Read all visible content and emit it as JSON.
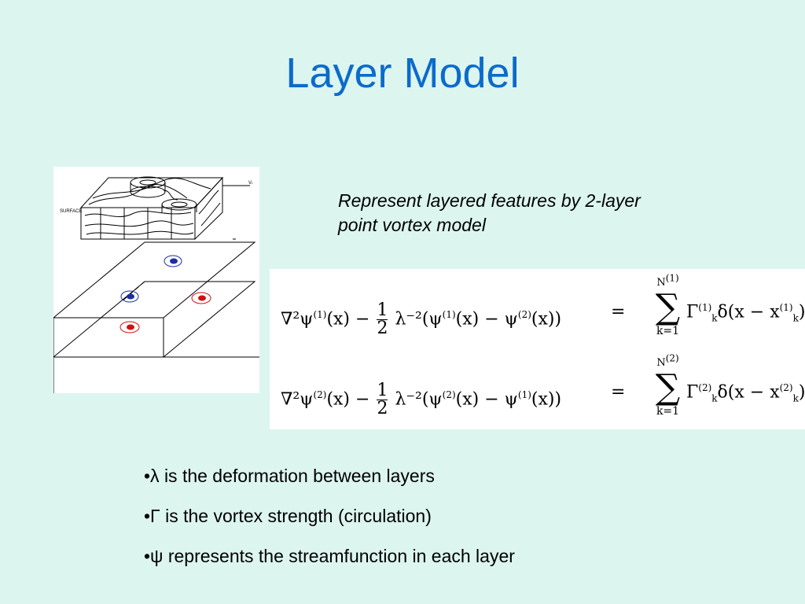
{
  "slide": {
    "title": "Layer Model",
    "caption": "Represent layered features by 2-layer point vortex model",
    "figure_labels": {
      "surface": "SURFACE",
      "v_label": "Vₜ"
    },
    "equations": [
      {
        "lhs_start": "∇²ψ",
        "sup1": "(1)",
        "mid": "(x) −",
        "num": "1",
        "den": "2",
        "lambda": "λ⁻²(ψ",
        "sup_a": "(1)",
        "part2": "(x) − ψ",
        "sup_b": "(2)",
        "end": "(x))",
        "equals": "=",
        "sum_upper": "N",
        "sum_upper_sup": "(1)",
        "sum_lower": "k=1",
        "term_start": "Γ",
        "term_sup": "(1)",
        "term_sub": "k",
        "term_mid": "δ(x − x",
        "term_sup2": "(1)",
        "term_sub2": "k",
        "term_end": ")"
      },
      {
        "lhs_start": "∇²ψ",
        "sup1": "(2)",
        "mid": "(x) −",
        "num": "1",
        "den": "2",
        "lambda": "λ⁻²(ψ",
        "sup_a": "(2)",
        "part2": "(x) − ψ",
        "sup_b": "(1)",
        "end": "(x))",
        "equals": "=",
        "sum_upper": "N",
        "sum_upper_sup": "(2)",
        "sum_lower": "k=1",
        "term_start": "Γ",
        "term_sup": "(2)",
        "term_sub": "k",
        "term_mid": "δ(x − x",
        "term_sup2": "(2)",
        "term_sub2": "k",
        "term_end": ")"
      }
    ],
    "bullets": [
      "•λ is the deformation between layers",
      "•Γ is the vortex strength (circulation)",
      "•ψ represents the streamfunction in each layer"
    ]
  },
  "colors": {
    "background": "#dcf5ef",
    "title": "#0b6bcb",
    "vortex_blue": "#1a2fa0",
    "vortex_red": "#d01010"
  }
}
